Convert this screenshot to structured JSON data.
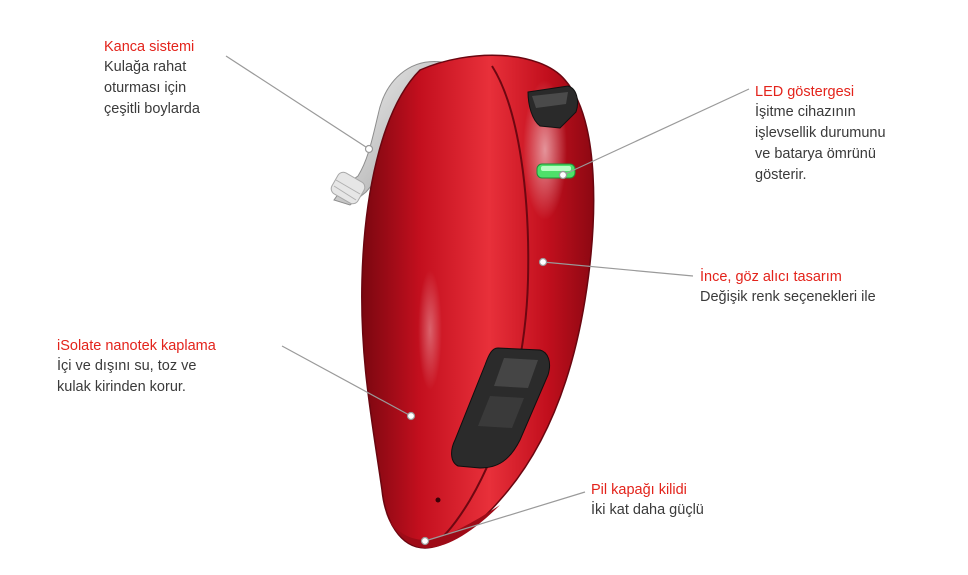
{
  "colors": {
    "title": "#e3231b",
    "body_text": "#3a3a3a",
    "device": "#c8101f",
    "leader_line": "#9a9a9a",
    "led": "#4ee06a"
  },
  "callouts": {
    "hook": {
      "title": "Kanca sistemi",
      "body": "Kulağa rahat\noturması için\nçeşitli boylarda"
    },
    "led": {
      "title": "LED göstergesi",
      "body": "İşitme cihazının\nişlevsellik durumunu\nve batarya ömrünü\ngösterir."
    },
    "design": {
      "title": "İnce, göz alıcı tasarım",
      "body": "Değişik renk seçenekleri ile"
    },
    "coating": {
      "title": "iSolate nanotek kaplama",
      "body": "İçi ve dışını su, toz ve\nkulak kirinden korur."
    },
    "battery": {
      "title": "Pil kapağı kilidi",
      "body": "İki kat daha güçlü"
    }
  }
}
